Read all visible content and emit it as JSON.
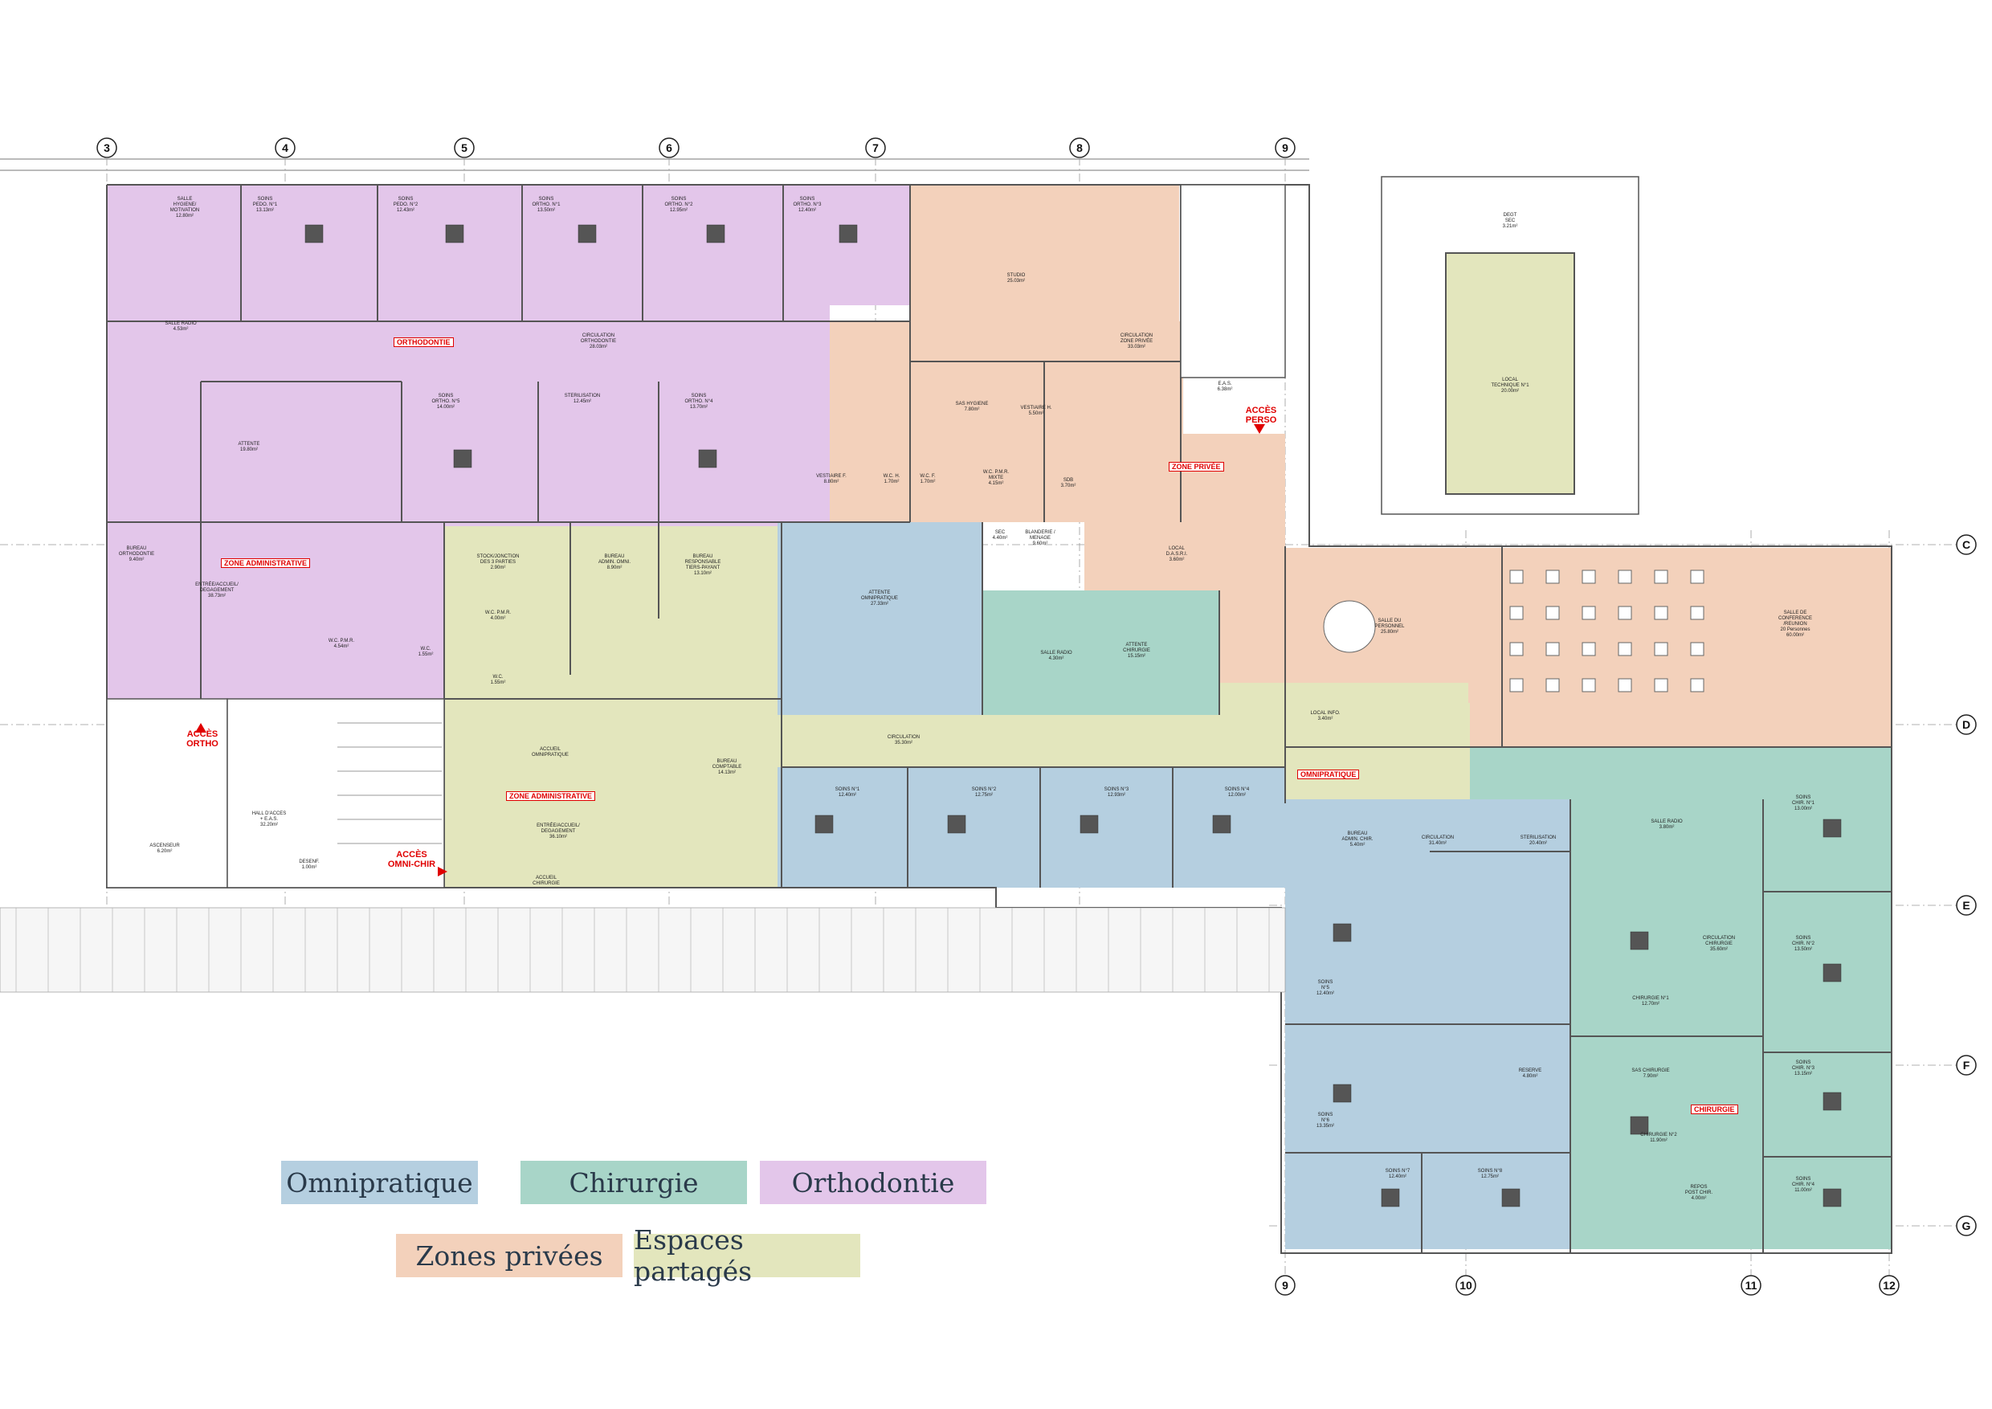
{
  "zones": {
    "orthodontie": "ORTHODONTIE",
    "zone_admin_ortho": "ZONE ADMINISTRATIVE",
    "zone_admin_omni": "ZONE ADMINISTRATIVE",
    "zone_privee": "ZONE PRIVÉE",
    "omnipratique": "OMNIPRATIQUE",
    "chirurgie": "CHIRURGIE"
  },
  "access": {
    "ortho": "ACCÈS\nORTHO",
    "omni_chir": "ACCÈS\nOMNI-CHIR",
    "perso": "ACCÈS\nPERSO"
  },
  "axes": {
    "top": [
      "3",
      "4",
      "5",
      "6",
      "7",
      "8",
      "9"
    ],
    "bottom": [
      "9",
      "10",
      "11",
      "12"
    ],
    "right": [
      "C",
      "D",
      "E",
      "F",
      "G"
    ]
  },
  "rooms": {
    "salle_hygiene": "SALLE\nHYGIENE/\nMOTIVATION\n12.80m²",
    "soins_pedo": "SOINS\nPEDO. N°1\n13.13m²",
    "soins_ortho2": "SOINS\nPEDO. N°2\n12.43m²",
    "soins_ortho1": "SOINS\nORTHO. N°1\n13.50m²",
    "soins_ortho2b": "SOINS\nORTHO. N°2\n12.95m²",
    "soins_ortho3": "SOINS\nORTHO. N°3\n12.40m²",
    "salle_radio": "SALLE RADIO\n4.53m²",
    "circ_ortho": "CIRCULATION\nORTHODONTIE\n28.03m²",
    "attente_ortho": "ATTENTE\n19.80m²",
    "soins_ortho5": "SOINS\nORTHO. N°5\n14.00m²",
    "sterilisation_ortho": "STERILISATION\n12.45m²",
    "soins_ortho4": "SOINS\nORTHO. N°4\n13.70m²",
    "bureau_ortho": "BUREAU\nORTHODONTIE\n9.40m²",
    "entree_ortho": "ENTRÉE/ACCUEIL/\nDEGAGEMENT\n38.73m²",
    "wc_pmr_ortho": "W.C. P.M.R.\n4.54m²",
    "wc_ortho": "W.C.\n1.55m²",
    "stock": "STOCK/JONCTION\nDES 3 PARTIES\n2.90m²",
    "bureau_admin_omni": "BUREAU\nADMIN. OMNI.\n8.90m²",
    "bureau_responsable": "BUREAU\nRESPONSABLE\nTIERS-PAYANT\n13.10m²",
    "wc_pmr_omni": "W.C. P.M.R.\n4.00m²",
    "wc_omni": "W.C.\n1.55m²",
    "accueil_omni": "ACCUEIL\nOMNIPRATIQUE",
    "entree_omni": "ENTRÉE/ACCUEIL/\nDEGAGEMENT\n36.10m²",
    "accueil_chir": "ACCUEIL\nCHIRURGIE",
    "bureau_comptable": "BUREAU\nCOMPTABLE\n14.13m²",
    "hall": "HALL D'ACCES\n+ E.A.S.\n32.20m²",
    "ascenseur": "ASCENSEUR\n6.20m²",
    "desenf": "DESENF.\n1.00m²",
    "studio": "STUDIO\n25.03m²",
    "circ_privee": "CIRCULATION\nZONE PRIVÉE\n33.03m²",
    "eas": "E.A.S.\n6.38m²",
    "sas_hygiene": "SAS HYGIENE\n7.80m²",
    "vestiaire_h": "VESTIAIRE H.\n5.50m²",
    "vestiaire_f": "VESTIAIRE F.\n8.80m²",
    "wc_h": "W.C. H.\n1.70m²",
    "wc_f": "W.C. F.\n1.70m²",
    "wc_pmr_mixte": "W.C. P.M.R.\nMIXTE\n4.15m²",
    "sdb": "SDB\n3.70m²",
    "sec": "SEC\n4.40m²",
    "blanchiment": "BLANDERIE /\nMENAGE\n9.60m²",
    "local_dasri": "LOCAL\nD.A.S.R.I.\n3.60m²",
    "attente_omni": "ATTENTE\nOMNIPRATIQUE\n27.33m²",
    "salle_radio_omni": "SALLE RADIO\n4.30m²",
    "attente_chir": "ATTENTE\nCHIRURGIE\n15.15m²",
    "salle_personnel": "SALLE DU\nPERSONNEL\n25.80m²",
    "salle_conference": "SALLE DE\nCONFERENCE\n/REUNION\n20 Personnes\n60.00m²",
    "local_info": "LOCAL INFO.\n3.40m²",
    "circulation": "CIRCULATION\n35.30m²",
    "soins_n1": "SOINS N°1\n12.40m²",
    "soins_n2": "SOINS N°2\n12.75m²",
    "soins_n3": "SOINS N°3\n12.93m²",
    "soins_n4": "SOINS N°4\n12.00m²",
    "bureau_admin_chir": "BUREAU\nADMIN. CHIR.\n5.40m²",
    "circ_omni": "CIRCULATION\n31.40m²",
    "sterilisation": "STERILISATION\n20.40m²",
    "salle_radio_chir": "SALLE RADIO\n3.80m²",
    "soins_chir1": "SOINS\nCHIR. N°1\n13.00m²",
    "circ_chir": "CIRCULATION\nCHIRURGIE\n35.60m²",
    "soins_chir2": "SOINS\nCHIR. N°2\n13.50m²",
    "chirurgie1": "CHIRURGIE N°1\n12.70m²",
    "soins_n5": "SOINS\nN°5\n12.40m²",
    "reserve": "RESERVE\n4.80m²",
    "sas_chir": "SAS CHIRURGIE\n7.90m²",
    "soins_chir3": "SOINS\nCHIR. N°3\n13.15m²",
    "soins_n6": "SOINS\nN°6\n13.35m²",
    "chirurgie2": "CHIRURGIE N°2\n11.90m²",
    "soins_n7": "SOINS N°7\n12.40m²",
    "soins_n8": "SOINS N°8\n12.75m²",
    "repos_chir": "REPOS\nPOST CHIR.\n4.00m²",
    "soins_chir4": "SOINS\nCHIR. N°4\n11.00m²",
    "local_technique": "LOCAL\nTECHNIQUE N°1\n20.00m²",
    "degt": "DEGT\nSEC\n3.21m²"
  },
  "legend": [
    {
      "label": "Omnipratique",
      "color": "#b5cfe0"
    },
    {
      "label": "Chirurgie",
      "color": "#a8d5c8"
    },
    {
      "label": "Orthodontie",
      "color": "#e3c6ea"
    },
    {
      "label": "Zones privées",
      "color": "#f3d1bb"
    },
    {
      "label": "Espaces partagés",
      "color": "#e3e6bd"
    }
  ],
  "colors": {
    "omnipratique": "#b5cfe0",
    "chirurgie": "#a8d5c8",
    "orthodontie": "#e3c6ea",
    "zones_privees": "#f3d1bb",
    "espaces_partages": "#e3e6bd",
    "walls": "#555555"
  }
}
